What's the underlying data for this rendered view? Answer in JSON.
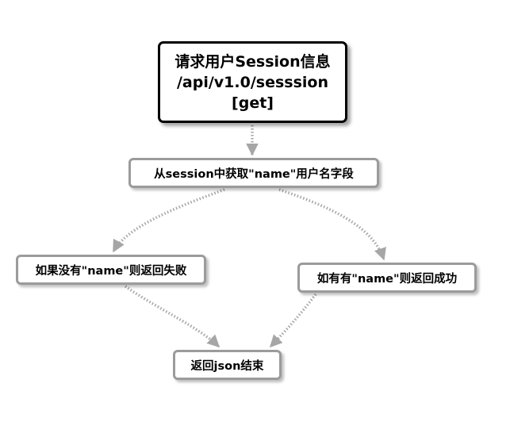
{
  "diagram": {
    "nodes": {
      "start": {
        "line1": "请求用户Session信息",
        "line2": "/api/v1.0/sesssion",
        "line3": "[get]"
      },
      "fetch": {
        "label": "从session中获取\"name\"用户名字段"
      },
      "fail": {
        "label": "如果没有\"name\"则返回失败"
      },
      "success": {
        "label": "如有有\"name\"则返回成功"
      },
      "end": {
        "label": "返回json结束"
      }
    },
    "edges": [
      {
        "from": "start",
        "to": "fetch"
      },
      {
        "from": "fetch",
        "to": "fail"
      },
      {
        "from": "fetch",
        "to": "success"
      },
      {
        "from": "fail",
        "to": "end"
      },
      {
        "from": "success",
        "to": "end"
      }
    ],
    "colors": {
      "start_border": "#000000",
      "node_border": "#9b9b9b",
      "connector": "#a6a6a6"
    }
  }
}
